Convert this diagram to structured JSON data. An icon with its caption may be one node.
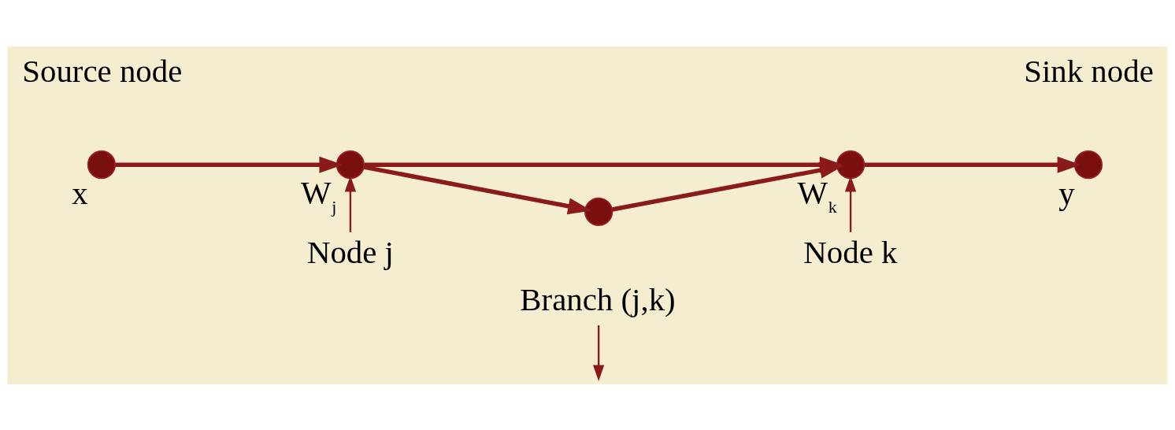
{
  "diagram": {
    "nodes": [
      {
        "text": [
          "Branch (j,k)"
        ]
      },
      {
        "text": [
          "x"
        ]
      },
      {
        "text": [
          "W$_{j}$"
        ]
      },
      {
        "text": [
          "W$_{k}$"
        ]
      },
      {
        "text": [
          "y"
        ]
      },
      {
        "text": [],
        "shape": "circle"
      },
      {
        "text": [
          "Node j"
        ]
      },
      {
        "text": [
          "Node k"
        ]
      }
    ],
    "edges": [
      {
        "from": 1,
        "to": 2,
        "arrow": "to"
      },
      {
        "from": 2,
        "to": 3,
        "arrow": "to"
      },
      {
        "from": 3,
        "to": 4,
        "arrow": "to"
      },
      {
        "from": 2,
        "to": 5,
        "arrow": "to"
      },
      {
        "from": 5,
        "to": 3,
        "arrow": "to"
      },
      {
        "from": 0,
        "to": null,
        "arrow": "to"
      },
      {
        "from": 6,
        "to": 2,
        "arrow": "to"
      },
      {
        "from": 7,
        "to": 3,
        "arrow": "to"
      }
    ],
    "labels": [
      "Source node",
      "Sink node"
    ]
  }
}
